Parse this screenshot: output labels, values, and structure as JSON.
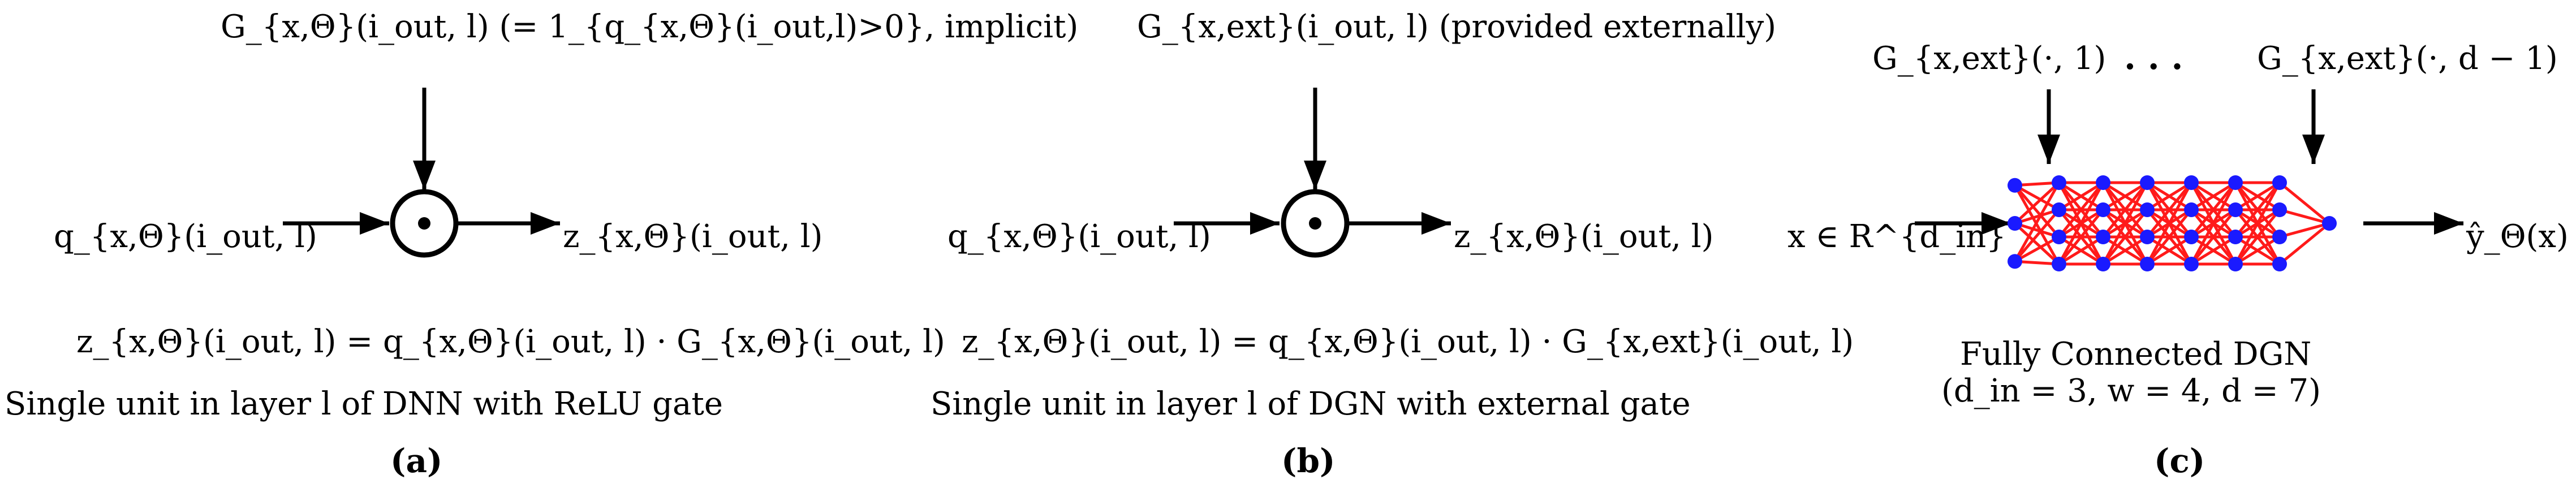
{
  "panel_a": {
    "gate_label": "G_{x,Θ}(i_out, l) (= 1_{q_{x,Θ}(i_out,l)>0}, implicit)",
    "input_label": "q_{x,Θ}(i_out, l)",
    "output_label": "z_{x,Θ}(i_out, l)",
    "equation": "z_{x,Θ}(i_out, l) = q_{x,Θ}(i_out, l) · G_{x,Θ}(i_out, l)",
    "caption": "Single unit in layer l of DNN with ReLU gate",
    "tag": "(a)"
  },
  "panel_b": {
    "gate_label": "G_{x,ext}(i_out, l) (provided externally)",
    "input_label": "q_{x,Θ}(i_out, l)",
    "output_label": "z_{x,Θ}(i_out, l)",
    "equation": "z_{x,Θ}(i_out, l) = q_{x,Θ}(i_out, l) · G_{x,ext}(i_out, l)",
    "caption": "Single unit in layer l of DGN with external gate",
    "tag": "(b)"
  },
  "panel_c": {
    "gate_label_first": "G_{x,ext}(·, 1)",
    "gate_dots": ". . .",
    "gate_label_last": "G_{x,ext}(·, d − 1)",
    "input_label": "x ∈ R^{d_in}",
    "output_label": "ŷ_Θ(x)",
    "caption": "Fully Connected DGN",
    "params": "(d_in = 3, w = 4, d = 7)",
    "tag": "(c)",
    "network": {
      "d_in": 3,
      "width": 4,
      "depth": 7
    },
    "colors": {
      "node": "#1a1aff",
      "edge": "#ff1a1a"
    }
  }
}
